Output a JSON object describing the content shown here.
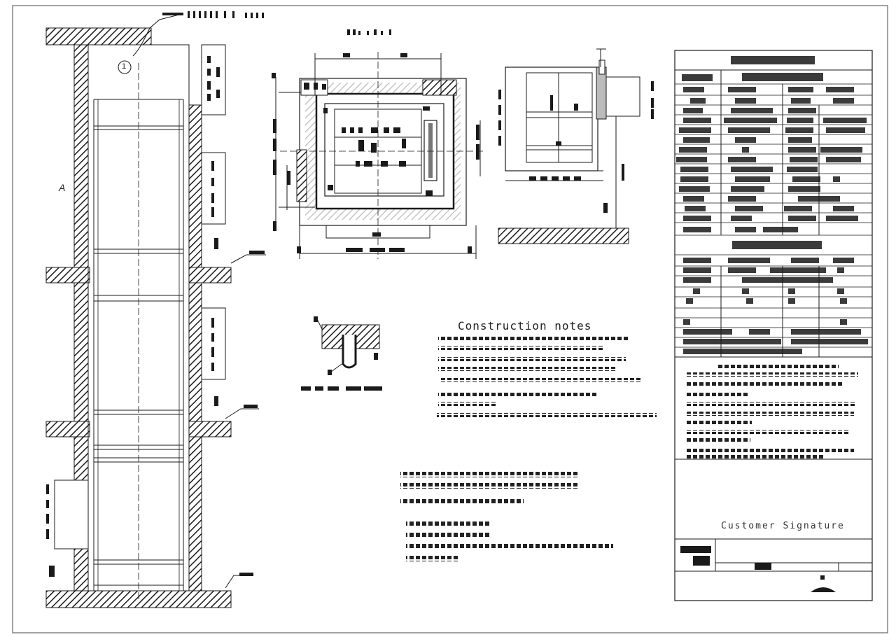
{
  "drawing": {
    "callout_number": "1",
    "left_dimension_label": "A",
    "notes_title": "Construction notes",
    "signature_label": "Customer Signature"
  },
  "colors": {
    "ink": "#1a1a1a",
    "hatch": "#1a1a1a",
    "paper": "#ffffff",
    "frame": "#555555"
  }
}
